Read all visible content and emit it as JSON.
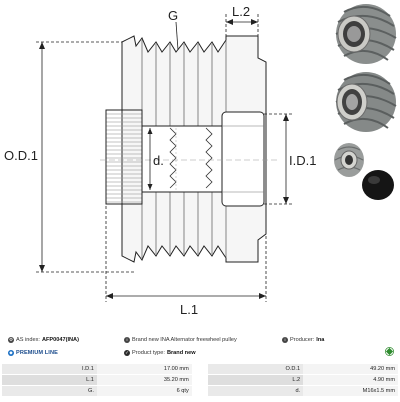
{
  "drawing": {
    "labels": {
      "groove": "G",
      "length2": "L.2",
      "outer_diameter": "O.D.1",
      "bore": "d.",
      "inner_diameter": "I.D.1",
      "length1": "L.1"
    }
  },
  "photos": [
    "pulley-front-photo",
    "pulley-angled-photo",
    "pulley-disassembled-photo",
    "pulley-cap-photo"
  ],
  "info": {
    "as_index_label": "AS index:",
    "as_index_value": "AFP0047(INA)",
    "description": "Brand new INA Alternator freewheel pulley",
    "producer_label": "Producer:",
    "producer_value": "Ina",
    "premium_label": "PREMIUM LINE",
    "product_type_label": "Product type:",
    "product_type_value": "Brand new"
  },
  "specs": [
    {
      "k1": "I.D.1",
      "v1": "17.00 mm",
      "k2": "O.D.1",
      "v2": "49.20 mm"
    },
    {
      "k1": "L.1",
      "v1": "35.20 mm",
      "k2": "L.2",
      "v2": "4.90 mm"
    },
    {
      "k1": "G.",
      "v1": "6 qty",
      "k2": "d.",
      "v2": "M16x1.5 mm"
    }
  ]
}
